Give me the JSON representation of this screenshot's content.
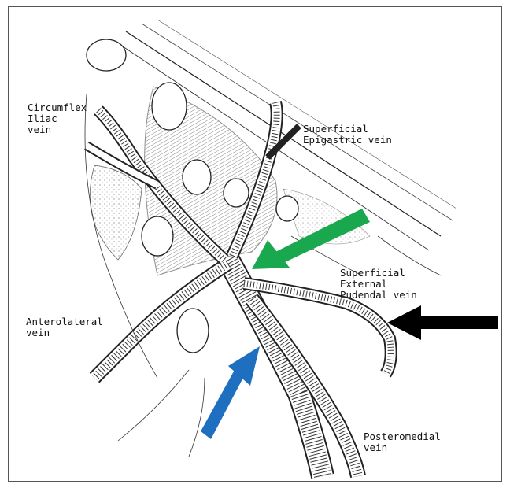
{
  "labels": {
    "circumflex_line1": "Circumflex",
    "circumflex_line2": "Iliac",
    "circumflex_line3": "vein",
    "epigastric_line1": "Superficial",
    "epigastric_line2": "Epigastric vein",
    "pudendal_line1": "Superficial",
    "pudendal_line2": "External",
    "pudendal_line3": "Pudendal vein",
    "anterolateral_line1": "Anterolateral",
    "anterolateral_line2": "vein",
    "posteromedial_line1": "Posteromedial",
    "posteromedial_line2": "vein"
  },
  "arrows": [
    {
      "name": "green-arrow",
      "color": "#1aa84f",
      "points_to": "saphenofemoral junction"
    },
    {
      "name": "black-arrow",
      "color": "#000000",
      "points_to": "Superficial External Pudendal vein"
    },
    {
      "name": "blue-arrow",
      "color": "#1f6fc0",
      "points_to": "great saphenous vein"
    }
  ]
}
